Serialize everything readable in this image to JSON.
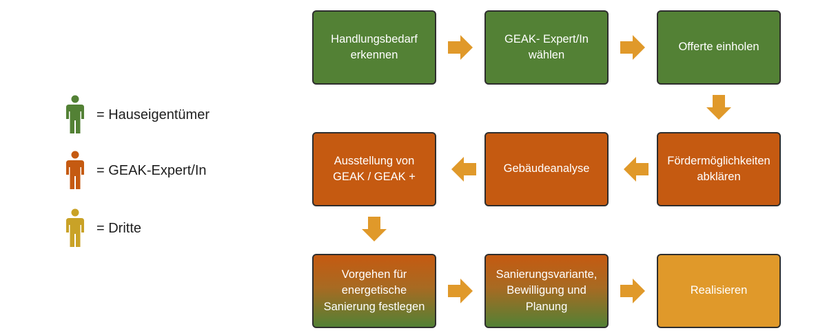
{
  "colors": {
    "owner": "#538135",
    "expert": "#c55a11",
    "third": "#c9a227",
    "arrow": "#e0992a",
    "border": "#2e2e2e"
  },
  "legend": [
    {
      "label": "= Hauseigentümer",
      "icon": "person-icon",
      "color": "#538135"
    },
    {
      "label": "= GEAK-Expert/In",
      "icon": "person-icon",
      "color": "#c55a11"
    },
    {
      "label": "= Dritte",
      "icon": "person-icon",
      "color": "#c9a227"
    }
  ],
  "steps": [
    {
      "label": "Handlungsbedarf\nerkennen",
      "actor": "owner"
    },
    {
      "label": "GEAK- Expert/In\nwählen",
      "actor": "owner"
    },
    {
      "label": "Offerte einholen",
      "actor": "owner"
    },
    {
      "label": "Fördermöglichkeiten\nabklären",
      "actor": "expert"
    },
    {
      "label": "Gebäudeanalyse",
      "actor": "expert"
    },
    {
      "label": "Ausstellung von\nGEAK / GEAK +",
      "actor": "expert"
    },
    {
      "label": "Vorgehen für\nenergetische\nSanierung festlegen",
      "actor": "expert and owner"
    },
    {
      "label": "Sanierungsvariante,\nBewilligung und\nPlanung",
      "actor": "expert and owner"
    },
    {
      "label": "Realisieren",
      "actor": "third"
    }
  ]
}
